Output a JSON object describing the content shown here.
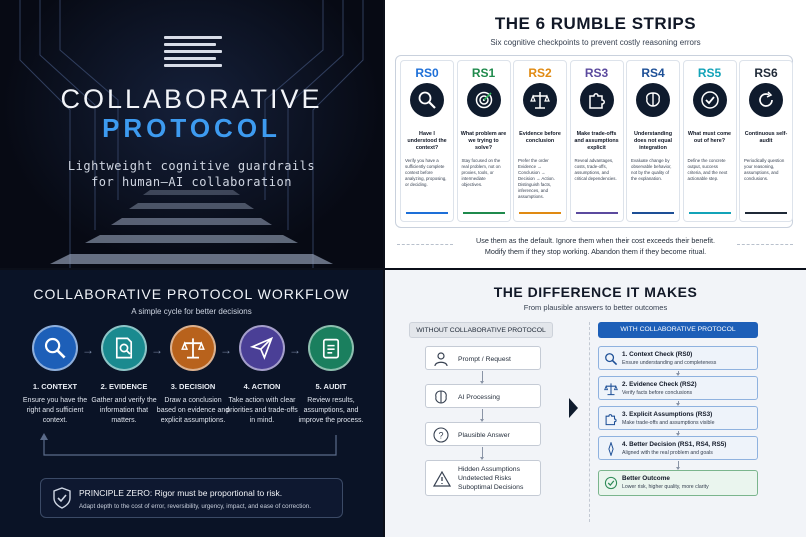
{
  "cover": {
    "title": "COLLABORATIVE",
    "subtitle": "PROTOCOL",
    "tagline_line1": "Lightweight cognitive guardrails",
    "tagline_line2": "for human–AI collaboration"
  },
  "rumble": {
    "title": "THE 6 RUMBLE STRIPS",
    "subtitle": "Six cognitive checkpoints to prevent costly reasoning errors",
    "strips": [
      {
        "code": "RS0",
        "color": "#1d6fd8",
        "icon": "magnifier-icon",
        "heading": "Have I understood the context?",
        "body": "Verify you have a sufficiently complete context before analyzing, proposing, or deciding."
      },
      {
        "code": "RS1",
        "color": "#1f8a4c",
        "icon": "target-icon",
        "heading": "What problem are we trying to solve?",
        "body": "Stay focused on the real problem, not on proxies, tools, or intermediate objectives."
      },
      {
        "code": "RS2",
        "color": "#e08a12",
        "icon": "scales-icon",
        "heading": "Evidence before conclusion",
        "body": "Prefer the order Evidence → Conclusion → Decision → Action. Distinguish facts, inferences, and assumptions."
      },
      {
        "code": "RS3",
        "color": "#5b4a9e",
        "icon": "puzzle-icon",
        "heading": "Make trade-offs and assumptions explicit",
        "body": "Reveal advantages, costs, trade-offs, assumptions, and critical dependencies."
      },
      {
        "code": "RS4",
        "color": "#1d4f96",
        "icon": "brain-icon",
        "heading": "Understanding does not equal integration",
        "body": "Evaluate change by observable behavior, not by the quality of the explanation."
      },
      {
        "code": "RS5",
        "color": "#13a3b8",
        "icon": "checkmark-icon",
        "heading": "What must come out of here?",
        "body": "Define the concrete output, success criteria, and the next actionable step."
      },
      {
        "code": "RS6",
        "color": "#1f2937",
        "icon": "refresh-icon",
        "heading": "Continuous self-audit",
        "body": "Periodically question your reasoning, assumptions, and conclusions."
      }
    ],
    "note_line1": "Use them as the default. Ignore them when their cost exceeds their benefit.",
    "note_line2": "Modify them if they stop working. Abandon them if they become ritual."
  },
  "workflow": {
    "title": "COLLABORATIVE PROTOCOL WORKFLOW",
    "subtitle": "A simple cycle for better decisions",
    "steps": [
      {
        "label": "1. CONTEXT",
        "desc": "Ensure you have the right and sufficient context.",
        "color": "#1d5fb8",
        "icon": "magnifier-icon"
      },
      {
        "label": "2. EVIDENCE",
        "desc": "Gather and verify the information that matters.",
        "color": "#1a8a8f",
        "icon": "document-search-icon"
      },
      {
        "label": "3. DECISION",
        "desc": "Draw a conclusion based on evidence and explicit assumptions.",
        "color": "#b8621c",
        "icon": "scales-icon"
      },
      {
        "label": "4. ACTION",
        "desc": "Take action with clear priorities and trade-offs in mind.",
        "color": "#4a3f96",
        "icon": "paper-plane-icon"
      },
      {
        "label": "5. AUDIT",
        "desc": "Review results, assumptions, and improve the process.",
        "color": "#1a7f5e",
        "icon": "clipboard-icon"
      }
    ],
    "principle_heading": "PRINCIPLE ZERO: Rigor must be proportional to risk.",
    "principle_body": "Adapt depth to the cost of error, reversibility, urgency, impact, and ease of correction."
  },
  "difference": {
    "title": "THE DIFFERENCE IT MAKES",
    "subtitle": "From plausible answers to better outcomes",
    "without_label": "WITHOUT COLLABORATIVE PROTOCOL",
    "with_label": "WITH COLLABORATIVE PROTOCOL",
    "without_steps": [
      {
        "text": "Prompt / Request",
        "icon": "person-icon"
      },
      {
        "text": "AI Processing",
        "icon": "brain-icon"
      },
      {
        "text": "Plausible Answer",
        "icon": "question-icon"
      },
      {
        "text": "Hidden Assumptions",
        "icon": "warning-icon"
      },
      {
        "text": "Undetected Risks",
        "icon": ""
      },
      {
        "text": "Suboptimal Decisions",
        "icon": ""
      }
    ],
    "with_steps": [
      {
        "title": "1. Context Check (RS0)",
        "desc": "Ensure understanding and completeness",
        "icon": "magnifier-icon"
      },
      {
        "title": "2. Evidence Check (RS2)",
        "desc": "Verify facts before conclusions",
        "icon": "scales-icon"
      },
      {
        "title": "3. Explicit Assumptions (RS3)",
        "desc": "Make trade-offs and assumptions visible",
        "icon": "puzzle-icon"
      },
      {
        "title": "4. Better Decision (RS1, RS4, RS5)",
        "desc": "Aligned with the real problem and goals",
        "icon": "compass-icon"
      },
      {
        "title": "Better Outcome",
        "desc": "Lower risk, higher quality, more clarity",
        "icon": "check-circle-icon"
      }
    ]
  }
}
